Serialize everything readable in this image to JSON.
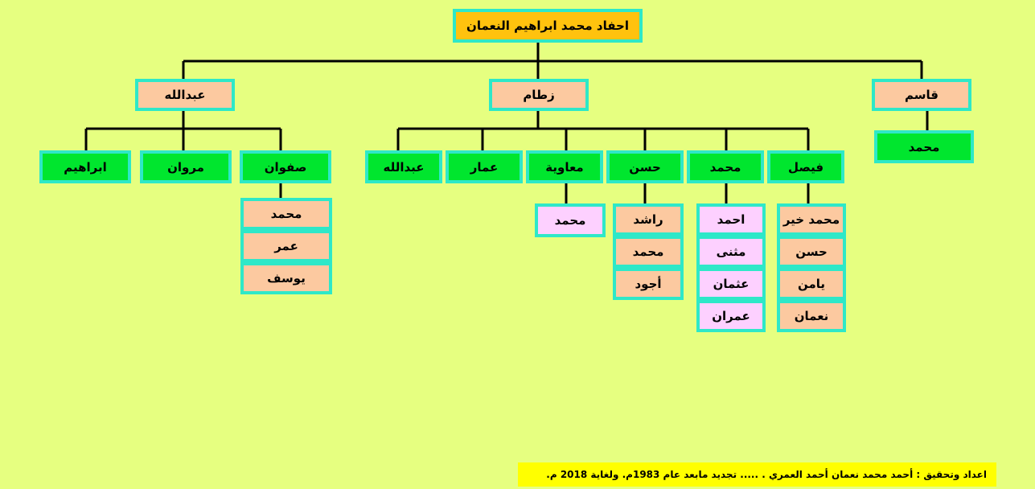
{
  "root": "احفاد محمد ابراهيم النعمان",
  "sons": [
    {
      "key": "abdullah",
      "name": "عبدالله"
    },
    {
      "key": "zatam",
      "name": "زطام"
    },
    {
      "key": "qasem",
      "name": "قاسم"
    }
  ],
  "grandsons": {
    "abdullah": [
      "صفوان",
      "مروان",
      "ابراهيم"
    ],
    "zatam": [
      "فيصل",
      "محمد",
      "حسن",
      "معاوية",
      "عمار",
      "عبدالله"
    ],
    "qasem": [
      "محمد"
    ]
  },
  "great_grandsons": {
    "safwan": [
      "محمد",
      "عمر",
      "يوسف"
    ],
    "faisal": [
      "محمد خير",
      "حسن",
      "يامن",
      "نعمان"
    ],
    "mohammed": [
      "احمد",
      "مثنى",
      "عثمان",
      "عمران"
    ],
    "hasan": [
      "راشد",
      "محمد",
      "أجود"
    ],
    "muawiya": [
      "محمد"
    ]
  },
  "footer": "اعداد وتحقيق : أحمد محمد نعمان أحمد العمري . .....  تجديد مابعد عام 1983م. ولغاية 2018 م.",
  "colors": {
    "background": "#e6ff80",
    "border": "#2ee8c8",
    "root": "#ffc20e",
    "peach": "#fcc9a0",
    "green": "#00e62e",
    "pink": "#fdd0ff",
    "footer": "#ffff00"
  }
}
